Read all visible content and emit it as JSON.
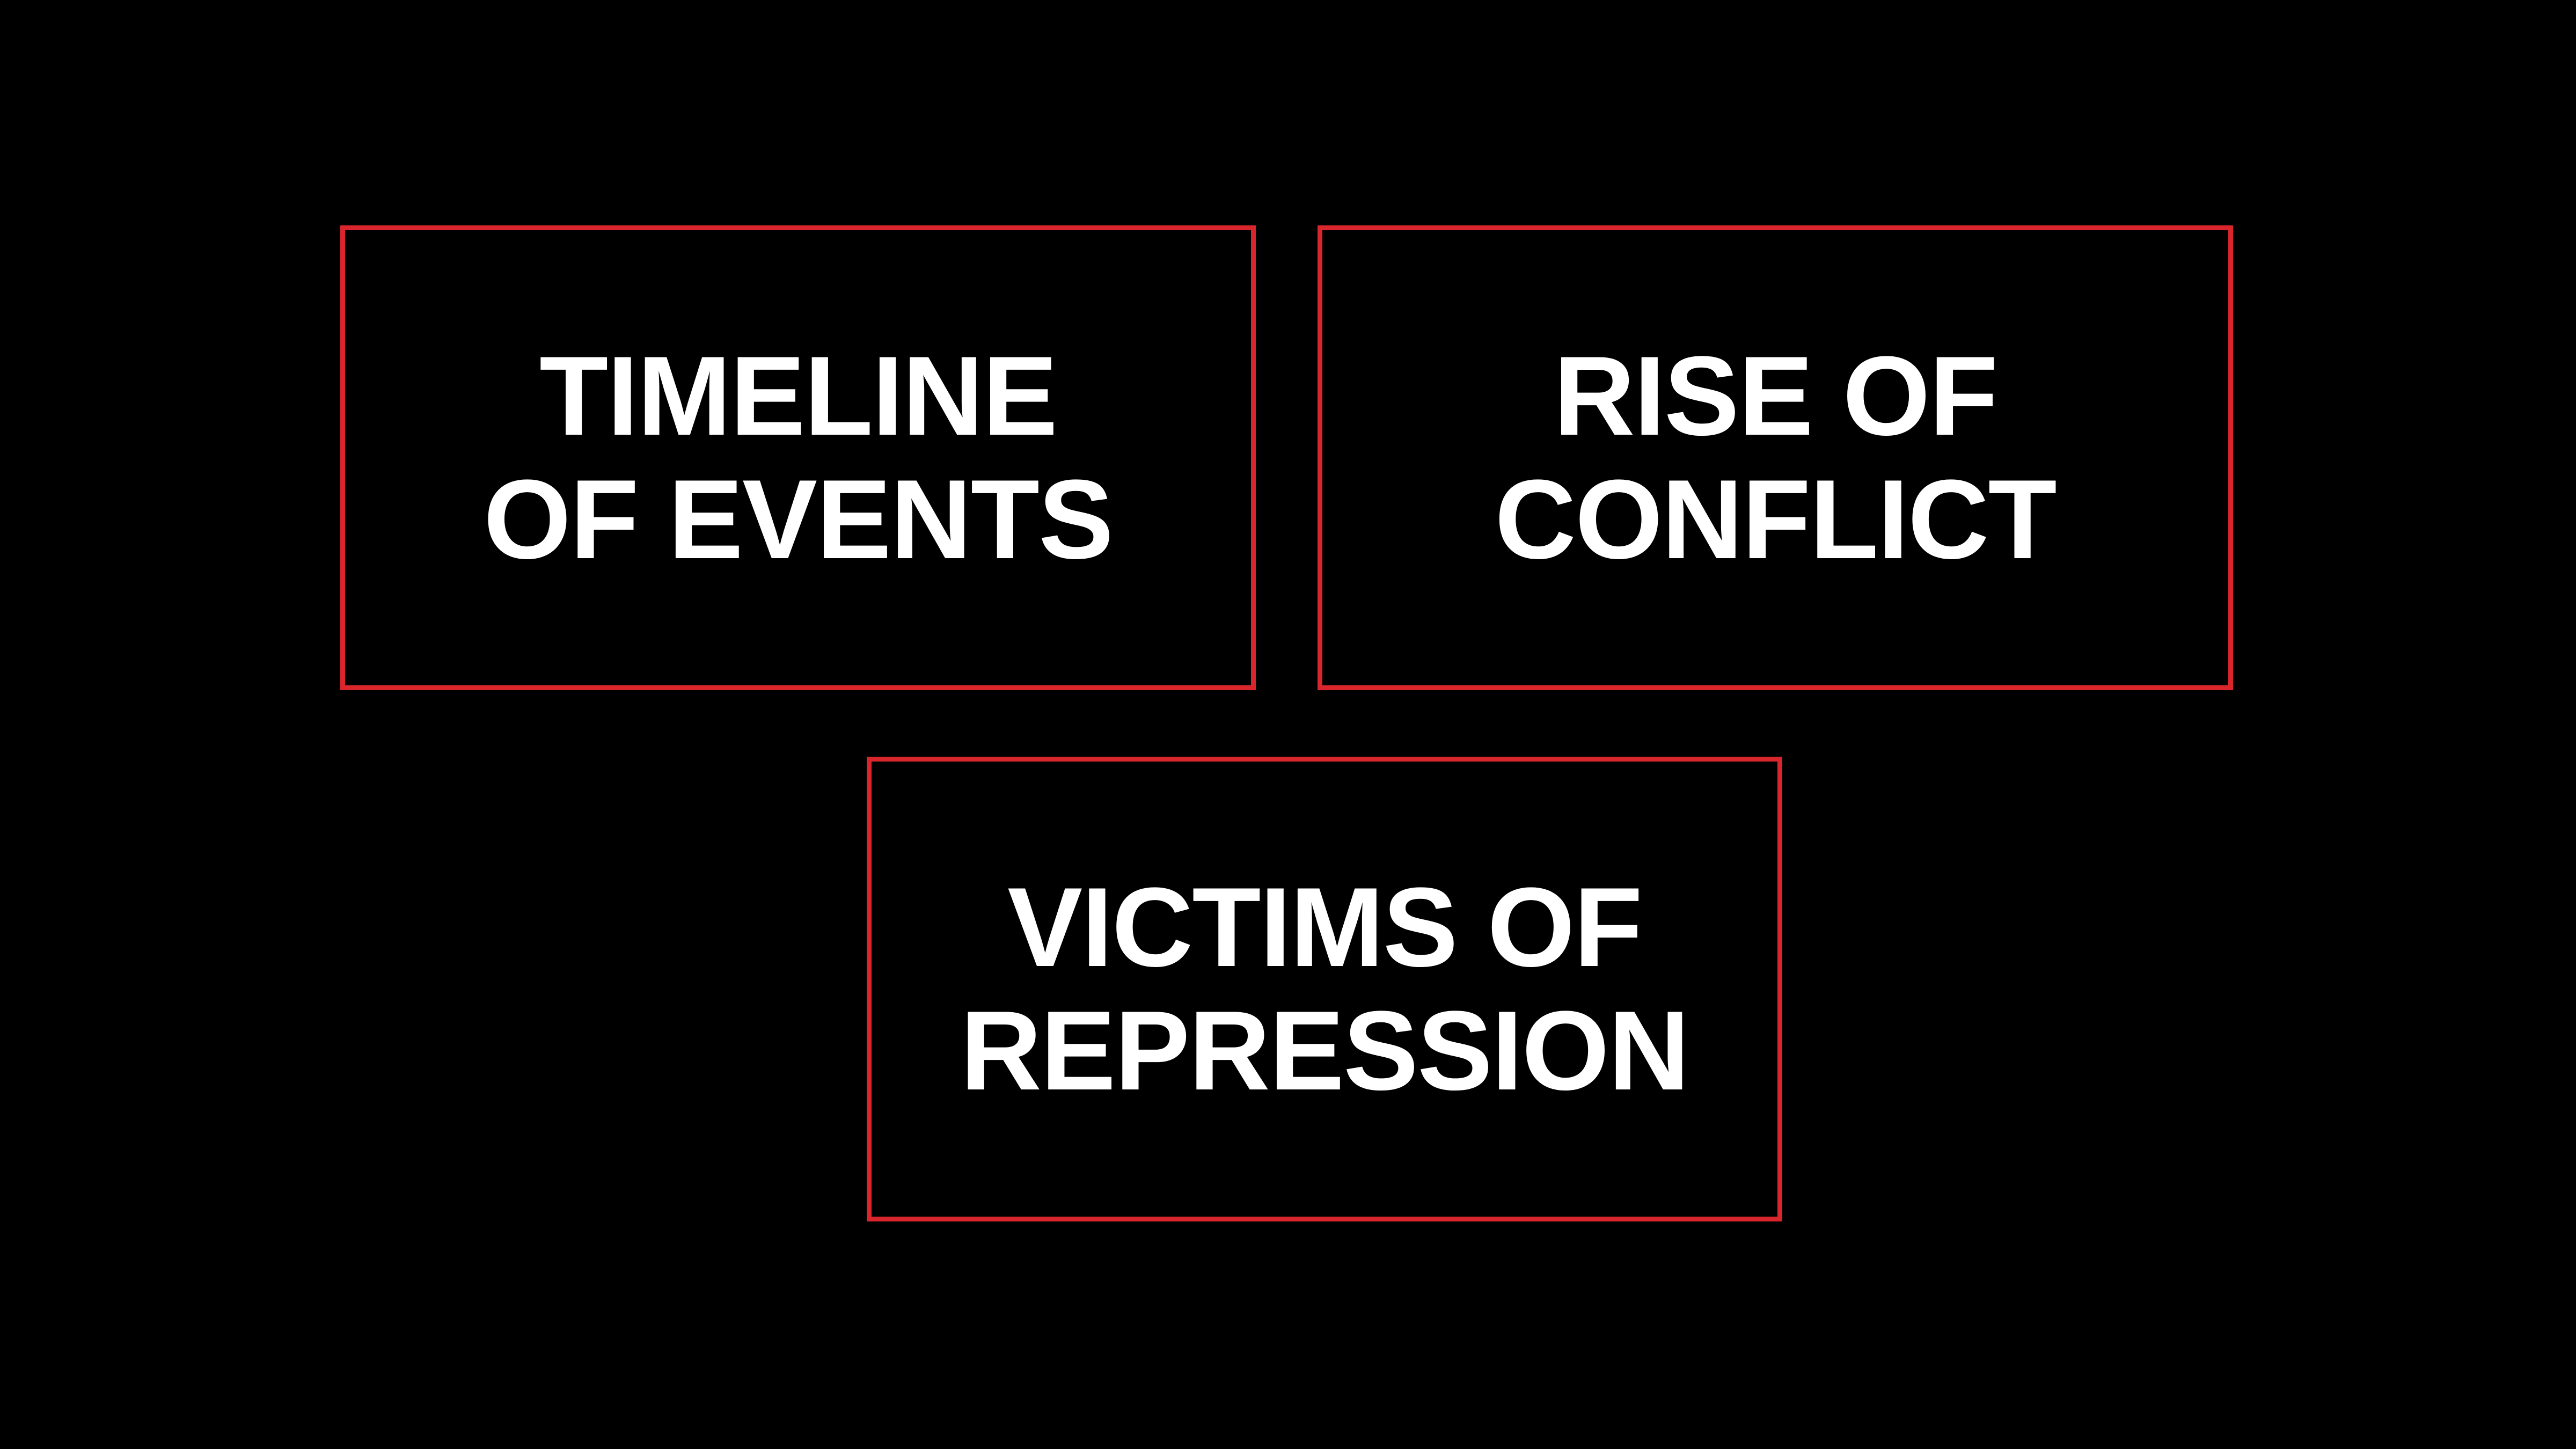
{
  "colors": {
    "background": "#000000",
    "card_border": "#d8262c",
    "card_text": "#ffffff"
  },
  "cards": [
    {
      "label": "TIMELINE\nOF EVENTS"
    },
    {
      "label": "RISE OF\nCONFLICT"
    },
    {
      "label": "VICTIMS OF\nREPRESSION"
    }
  ]
}
